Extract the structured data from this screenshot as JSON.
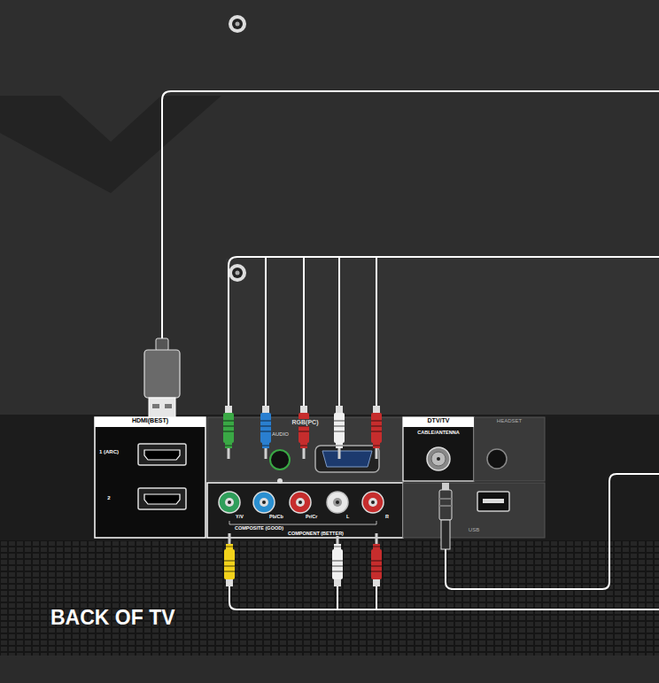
{
  "diagram": {
    "nodes": [
      {
        "text": [
          "HDMI(BEST)"
        ]
      },
      {
        "text": [
          "RGB(PC)",
          "AUDIO"
        ]
      },
      {
        "text": [
          "COMPOSITE (GOOD)",
          "COMPONENT (BETTER)"
        ]
      },
      {
        "text": [
          "DTV/TV",
          "CABLE/ANTENNA"
        ]
      },
      {
        "text": [
          "HEADSET"
        ]
      },
      {
        "text": [
          "USB"
        ]
      }
    ],
    "labels": [
      "1 (ARC)",
      "2",
      "Y/V",
      "Pb/Cb",
      "Pr/Cr",
      "L",
      "R",
      "BACK OF TV"
    ]
  }
}
